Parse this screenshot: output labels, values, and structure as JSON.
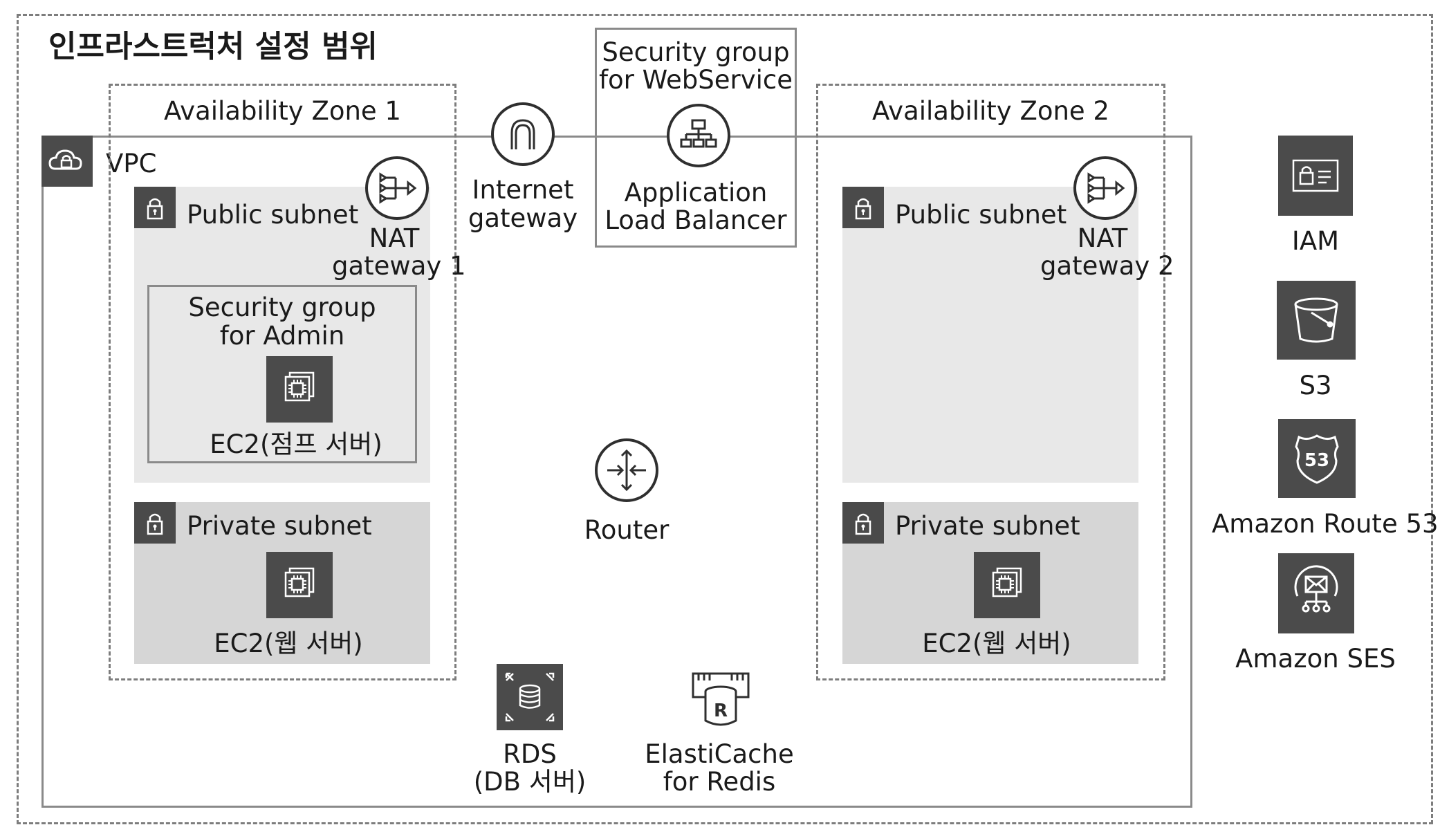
{
  "title": "인프라스트럭처 설정 범위",
  "vpc": {
    "label": "VPC"
  },
  "az1": {
    "label": "Availability Zone 1",
    "public_subnet": "Public subnet",
    "private_subnet": "Private subnet",
    "nat_line1": "NAT",
    "nat_line2": "gateway 1",
    "sg_admin_line1": "Security group",
    "sg_admin_line2": "for Admin",
    "jump_server": "EC2(점프 서버)",
    "web_server": "EC2(웹 서버)"
  },
  "az2": {
    "label": "Availability Zone 2",
    "public_subnet": "Public subnet",
    "private_subnet": "Private subnet",
    "nat_line1": "NAT",
    "nat_line2": "gateway 2",
    "web_server": "EC2(웹 서버)"
  },
  "internet_gateway": {
    "line1": "Internet",
    "line2": "gateway"
  },
  "sg_web": {
    "line1": "Security group",
    "line2": "for WebService"
  },
  "alb": {
    "line1": "Application",
    "line2": "Load Balancer"
  },
  "router": {
    "label": "Router"
  },
  "rds": {
    "line1": "RDS",
    "line2": "(DB 서버)"
  },
  "elasticache": {
    "line1": "ElastiCache",
    "line2": "for Redis"
  },
  "services": {
    "iam": "IAM",
    "s3": "S3",
    "route53": "Amazon Route 53",
    "route53_badge": "53",
    "ses": "Amazon SES"
  },
  "colors": {
    "icon_bg": "#4b4b4b",
    "public_subnet_bg": "#e8e8e8",
    "private_subnet_bg": "#d6d6d6",
    "border": "#8a8a8a"
  }
}
